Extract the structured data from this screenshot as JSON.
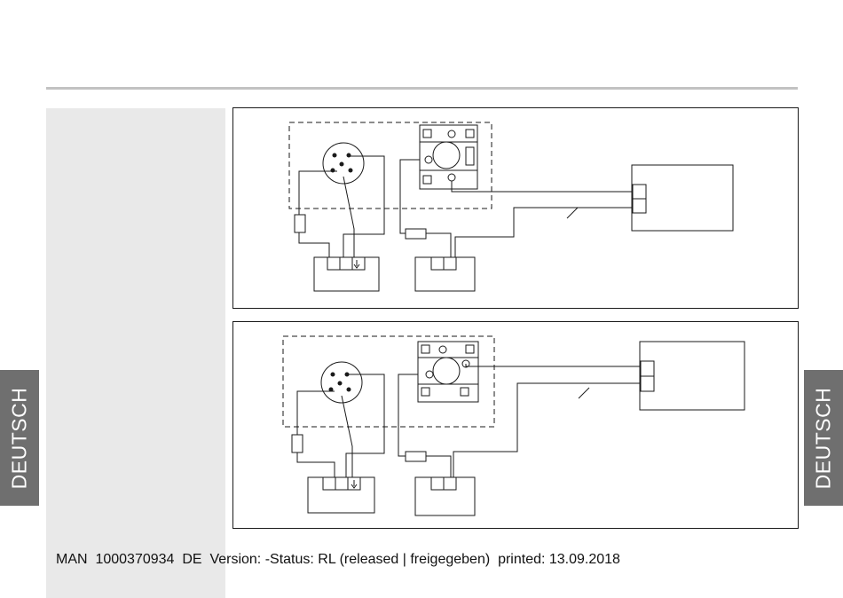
{
  "side_tab": {
    "label": "DEUTSCH"
  },
  "footer": {
    "doc_id": "MAN  1000370934  DE",
    "version": "Version: -Status: RL (released | freigegeben)  printed: 13.09.2018"
  }
}
